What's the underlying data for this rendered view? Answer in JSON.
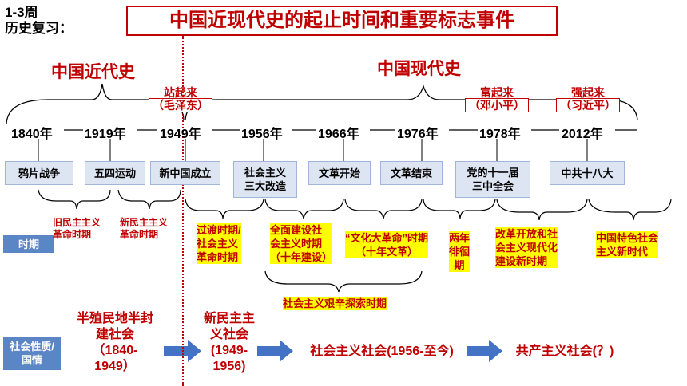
{
  "header": {
    "line1": "1-3周",
    "line2": "历史复习："
  },
  "title": "中国近现代史的起止时间和重要标志事件",
  "eras": {
    "modern": "中国近代史",
    "contemporary": "中国现代史"
  },
  "rises": {
    "stand": {
      "label": "站起来",
      "person": "（毛泽东）"
    },
    "rich": {
      "label": "富起来",
      "person": "（邓小平）"
    },
    "strong": {
      "label": "强起来",
      "person": "（习近平）"
    }
  },
  "years": [
    "1840年",
    "1919年",
    "1949年",
    "1956年",
    "1966年",
    "1976年",
    "1978年",
    "2012年"
  ],
  "events": {
    "opium": "鸦片战争",
    "may4": "五四运动",
    "prc": "新中国成立",
    "reform3": "社会主义\n三大改造",
    "cr_start": "文革开始",
    "cr_end": "文革结束",
    "plenum": "党的十一届\n三中全会",
    "congress18": "中共十八大"
  },
  "labels": {
    "period": "时期",
    "nature": "社会性质/\n国情"
  },
  "periods": {
    "old_democratic": "旧民主主义\n革命时期",
    "new_democratic": "新民主主义\n革命时期",
    "transition": "过渡时期/\n社会主义\n革命时期",
    "construction": "全面建设社\n会主义时期\n（十年建设）",
    "cultural_rev": "“文化大革命”时期\n（十年文革）",
    "wandering": "两年\n徘徊\n期",
    "reform": "改革开放和社\n会主义现代化\n建设新时期",
    "new_era": "中国特色社会\n主义新时代",
    "exploration": "社会主义艰辛探索时期"
  },
  "natures": {
    "semi": "半殖民地半封\n建社会\n（1840-\n1949）",
    "newdem": "新民主主\n义社会\n(1949-\n1956)",
    "socialist": "社会主义社会(1956-至今)",
    "communist": "共产主义社会(？)"
  },
  "colors": {
    "accent": "#c00000",
    "event_box": "#dde5f2",
    "label_blue": "#5b86c5",
    "arrow": "#4472c4",
    "highlight": "#ffff00"
  }
}
